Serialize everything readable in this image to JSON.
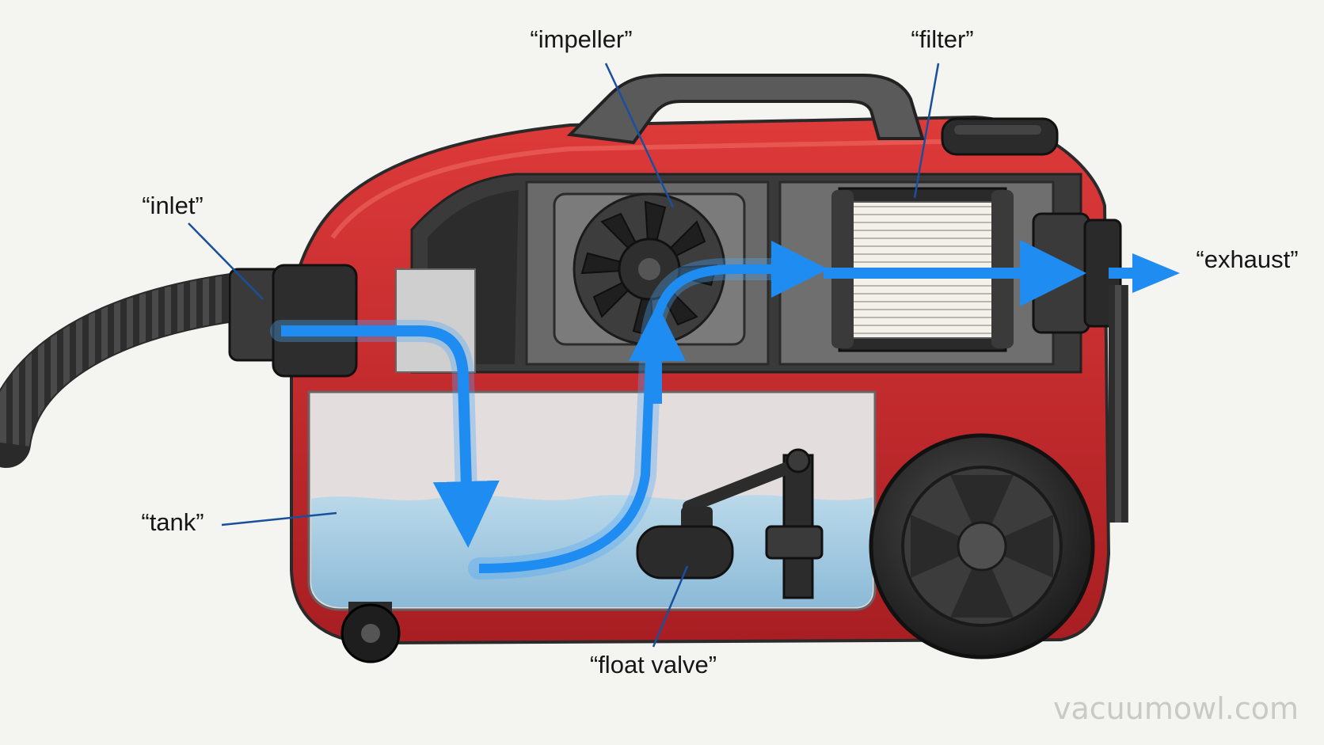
{
  "labels": {
    "impeller": "“impeller”",
    "filter": "“filter”",
    "inlet": "“inlet”",
    "exhaust": "“exhaust”",
    "tank": "“tank”",
    "float_valve": "“float valve”"
  },
  "watermark": "vacuumowl.com",
  "colors": {
    "body_red": "#c6282c",
    "airflow_blue": "#1e8cf0",
    "water_blue": "#9ecbe4",
    "leader_blue": "#1a4f9c"
  }
}
